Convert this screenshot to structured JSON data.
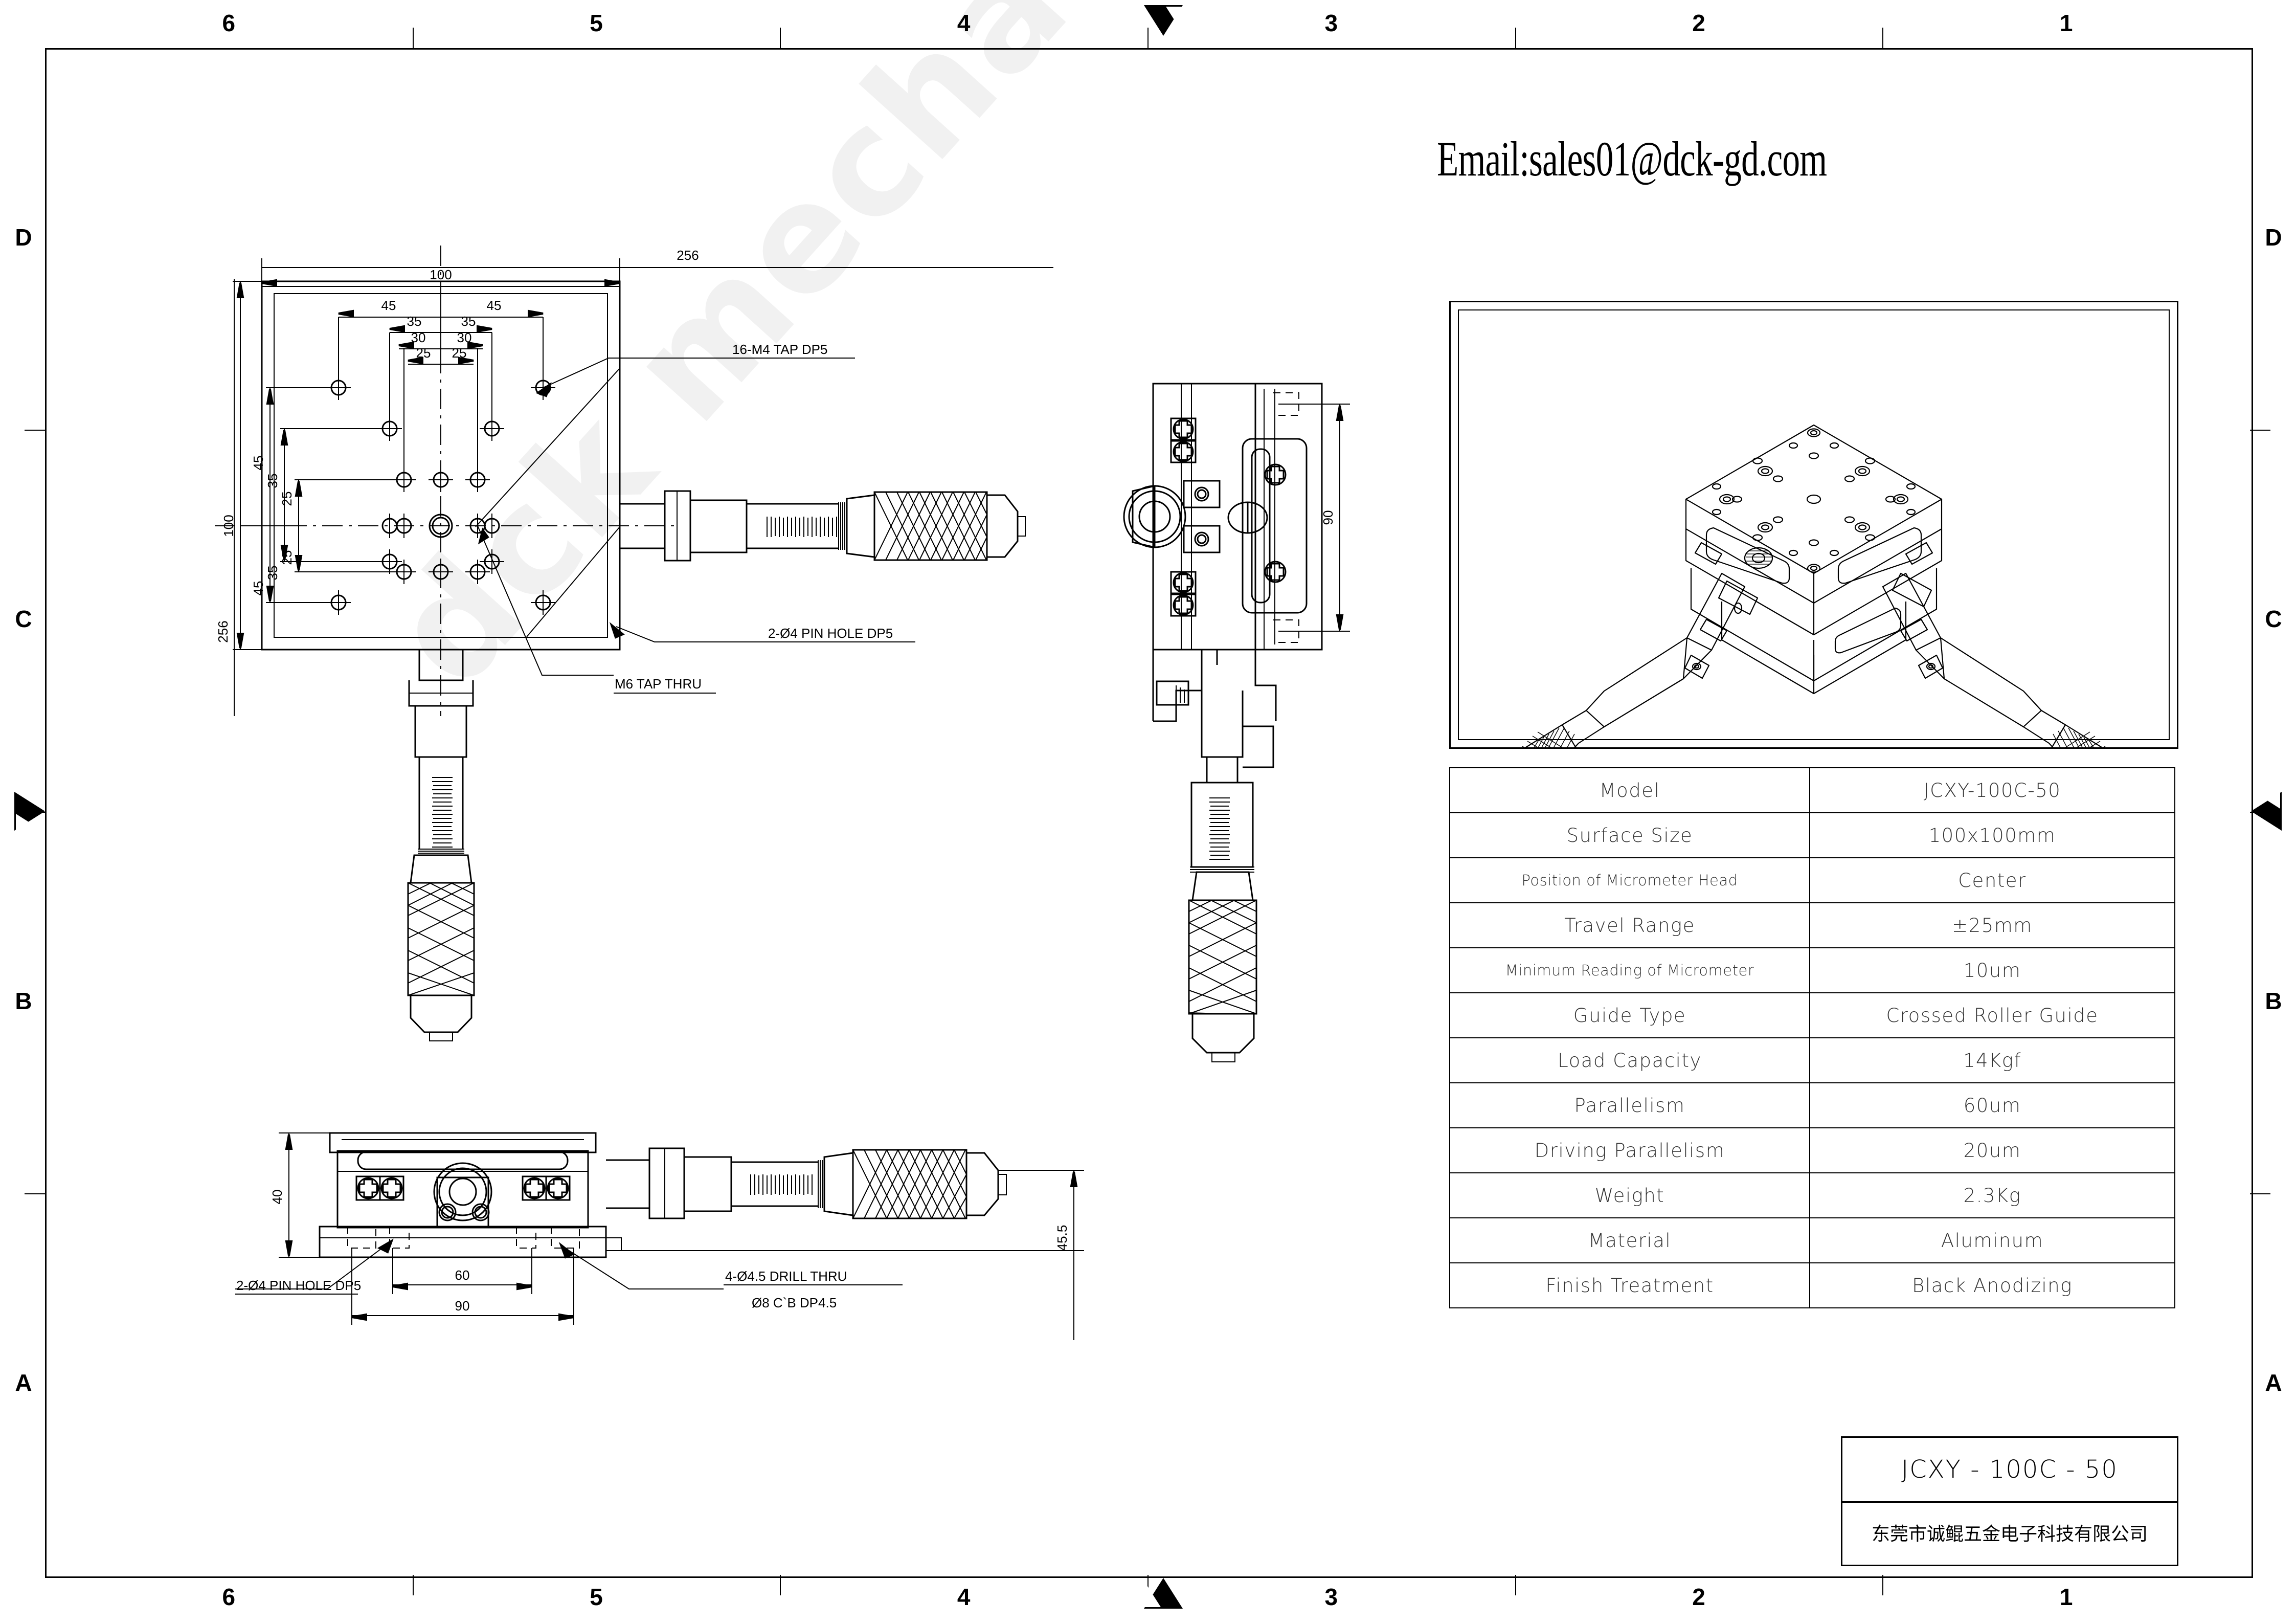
{
  "header": {
    "email": "Email:sales01@dck-gd.com",
    "watermark": "dck mechatronix"
  },
  "frame": {
    "columns_top": [
      "6",
      "5",
      "4",
      "3",
      "2",
      "1"
    ],
    "columns_bottom": [
      "6",
      "5",
      "4",
      "3",
      "2",
      "1"
    ],
    "rows_left": [
      "D",
      "C",
      "B",
      "A"
    ],
    "rows_right": [
      "D",
      "C",
      "B",
      "A"
    ]
  },
  "photo": {
    "caption": "XY linear stage isometric view"
  },
  "spec": {
    "rows": [
      {
        "key": "Model",
        "value": "JCXY-100C-50"
      },
      {
        "key": "Surface Size",
        "value": "100x100mm"
      },
      {
        "key": "Position of Micrometer Head",
        "value": "Center"
      },
      {
        "key": "Travel Range",
        "value": "±25mm"
      },
      {
        "key": "Minimum Reading of Micrometer",
        "value": "10um"
      },
      {
        "key": "Guide Type",
        "value": "Crossed Roller Guide"
      },
      {
        "key": "Load Capacity",
        "value": "14Kgf"
      },
      {
        "key": "Parallelism",
        "value": "60um"
      },
      {
        "key": "Driving Parallelism",
        "value": "20um"
      },
      {
        "key": "Weight",
        "value": "2.3Kg"
      },
      {
        "key": "Material",
        "value": "Aluminum"
      },
      {
        "key": "Finish Treatment",
        "value": "Black Anodizing"
      }
    ]
  },
  "title_block": {
    "model": "JCXY - 100C - 50",
    "company": "东莞市诚鲲五金电子科技有限公司"
  },
  "drawing": {
    "top_view": {
      "dims_horizontal": [
        "256",
        "100",
        "45",
        "45",
        "35",
        "35",
        "30",
        "30",
        "25",
        "25"
      ],
      "dims_vertical": [
        "256",
        "100",
        "45",
        "45",
        "35",
        "35",
        "25",
        "25"
      ],
      "callouts": [
        "16-M4 TAP DP5",
        "2-Ø4 PIN HOLE DP5",
        "M6 TAP THRU"
      ]
    },
    "side_view": {
      "dims": [
        "90"
      ]
    },
    "front_view": {
      "dims": [
        "40",
        "60",
        "90",
        "45.5"
      ],
      "callouts": [
        "2-Ø4 PIN HOLE DP5",
        "4-Ø4.5 DRILL THRU",
        "Ø8 C`B DP4.5"
      ]
    }
  },
  "colors": {
    "line": "#000000",
    "paper": "#ffffff",
    "watermark": "#f1f1f1",
    "table_text": "#333333"
  }
}
